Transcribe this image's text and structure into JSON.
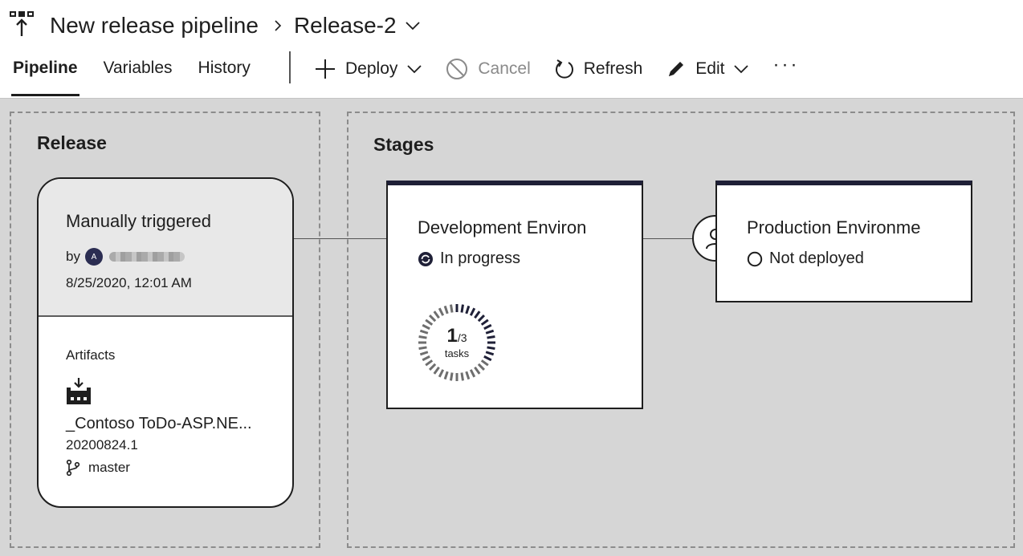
{
  "header": {
    "title": "New release pipeline",
    "release_name": "Release-2",
    "icons": {
      "pipeline": "pipeline-icon",
      "separator": "chevron-right-icon",
      "dropdown": "chevron-down-icon"
    }
  },
  "tabs": [
    {
      "label": "Pipeline",
      "active": true
    },
    {
      "label": "Variables",
      "active": false
    },
    {
      "label": "History",
      "active": false
    }
  ],
  "toolbar": {
    "deploy_label": "Deploy",
    "cancel_label": "Cancel",
    "refresh_label": "Refresh",
    "edit_label": "Edit",
    "more_label": "···"
  },
  "release_panel": {
    "title": "Release",
    "trigger": "Manually triggered",
    "by_label": "by",
    "avatar_initial": "A",
    "date": "8/25/2020, 12:01 AM",
    "artifacts_label": "Artifacts",
    "artifact_name": "_Contoso ToDo-ASP.NE...",
    "build_number": "20200824.1",
    "branch": "master"
  },
  "stages_panel": {
    "title": "Stages",
    "stages": [
      {
        "name": "Development Environ",
        "status": "In progress",
        "tasks_done": "1",
        "tasks_total": "/3",
        "tasks_label": "tasks"
      },
      {
        "name": "Production Environme",
        "status": "Not deployed"
      }
    ]
  },
  "colors": {
    "canvas_bg": "#d6d6d6",
    "stage_top_bar": "#1f2037",
    "text": "#1e1e1e",
    "disabled_text": "#8a8a8a",
    "status_in_progress": "#1f2037"
  },
  "progress": {
    "completed_fraction": 0.33
  }
}
